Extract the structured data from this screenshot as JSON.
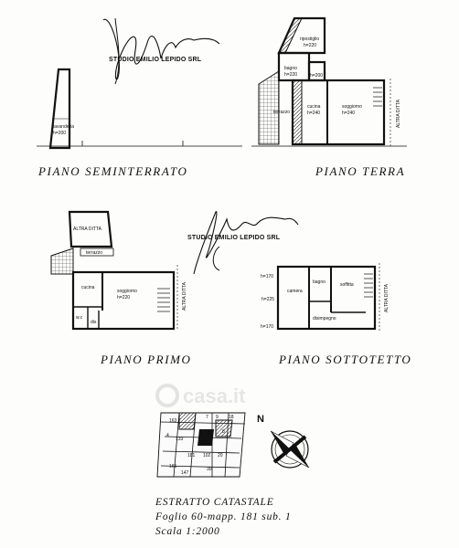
{
  "studio": {
    "name_top": "STUDIO EMILIO LEPIDO SRL",
    "name_mid": "STUDIO EMILIO LEPIDO SRL"
  },
  "watermark": "casa.it",
  "floors": {
    "seminterrato": {
      "title": "PIANO  SEMINTERRATO",
      "room_name": "lavanderia",
      "room_height": "h=200"
    },
    "terra": {
      "title": "PIANO  TERRA",
      "ripostiglio_name": "ripostiglio",
      "ripostiglio_height": "h=220",
      "bagno_name": "bagno",
      "bagno_height": "h=220",
      "wc_height": "h=200",
      "cucina_name": "cucina",
      "cucina_height": "h=240",
      "soggiorno_name": "soggiorno",
      "soggiorno_height": "h=240",
      "terrazzo": "terrazzo",
      "altra_ditta": "ALTRA DITTA"
    },
    "primo": {
      "title": "PIANO  PRIMO",
      "altra_ditta_top": "ALTRA DITTA",
      "terrazzo": "terrazzo",
      "cucina_name": "cucina",
      "soggiorno_name": "soggiorno",
      "soggiorno_height": "h=220",
      "wc_label": "w.c",
      "dis_label": "dis",
      "altra_ditta_side": "ALTRA DITTA"
    },
    "sottotetto": {
      "title": "PIANO  SOTTOTETTO",
      "h_top": "h=170",
      "h_mid": "h=225",
      "h_bot": "h=170",
      "camera": "camera",
      "bagno": "bagno",
      "soffitta": "soffitta",
      "disimpegno": "disimpegno",
      "altra_ditta": "ALTRA DITTA"
    }
  },
  "cadastral": {
    "parcels": [
      "163",
      "18",
      "9",
      "4",
      "133",
      "181",
      "102",
      "165",
      "147",
      "20",
      "30",
      "7",
      "8"
    ],
    "line1": "ESTRATTO  CATASTALE",
    "line2": "Foglio 60-mapp. 181 sub. 1",
    "line3": "Scala  1:2000"
  },
  "compass": {
    "label": "N"
  }
}
